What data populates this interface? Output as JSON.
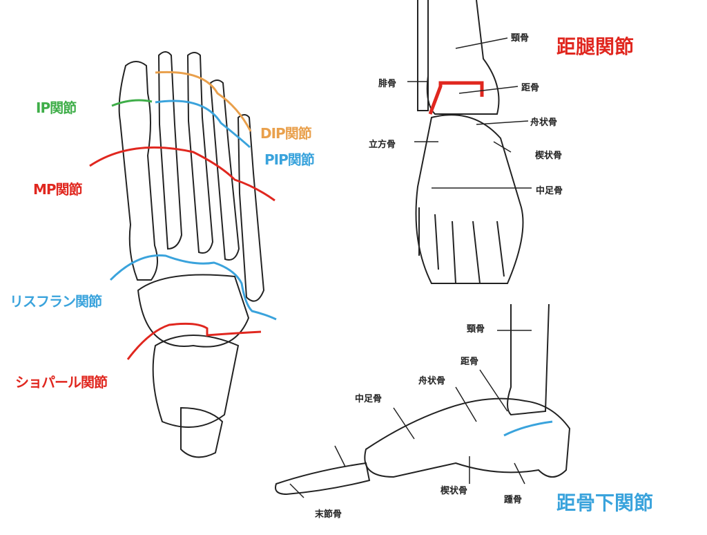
{
  "colors": {
    "red": "#e0271f",
    "blue": "#3aa3dc",
    "green": "#3fae49",
    "orange": "#e9a04c",
    "bone": "#222222"
  },
  "left_diagram": {
    "ip": "IP関節",
    "dip": "DIP関節",
    "pip": "PIP関節",
    "mp": "MP関節",
    "lisfranc": "リスフラン関節",
    "chopart": "ショパール関節"
  },
  "top_right": {
    "title": "距腿関節",
    "tibia": "頸骨",
    "fibula": "腓骨",
    "talus": "距骨",
    "navicular": "舟状骨",
    "cuboid": "立方骨",
    "cuneiform": "楔状骨",
    "metatarsal": "中足骨"
  },
  "bottom_right": {
    "title": "距骨下関節",
    "tibia": "頸骨",
    "talus": "距骨",
    "navicular": "舟状骨",
    "metatarsal": "中足骨",
    "cuneiform": "楔状骨",
    "calcaneus": "踵骨",
    "distal_phalanx": "末節骨"
  }
}
